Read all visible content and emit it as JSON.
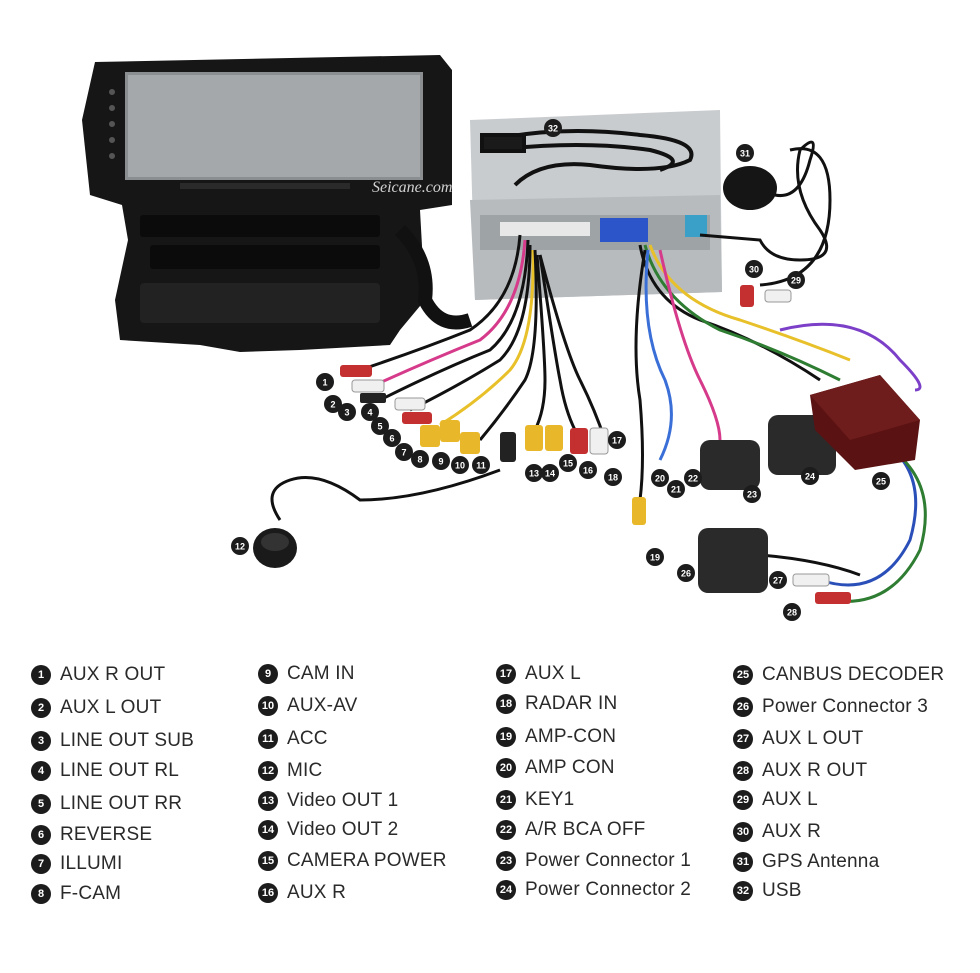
{
  "watermark": "Seicane.com",
  "legend": {
    "columns": [
      [
        {
          "num": "1",
          "label": "AUX R OUT"
        },
        {
          "num": "2",
          "label": "AUX L OUT"
        },
        {
          "num": "3",
          "label": "LINE OUT SUB"
        },
        {
          "num": "4",
          "label": "LINE OUT RL"
        },
        {
          "num": "5",
          "label": "LINE OUT RR"
        },
        {
          "num": "6",
          "label": "REVERSE"
        },
        {
          "num": "7",
          "label": "ILLUMI"
        },
        {
          "num": "8",
          "label": "F-CAM"
        }
      ],
      [
        {
          "num": "9",
          "label": "CAM IN"
        },
        {
          "num": "10",
          "label": "AUX-AV"
        },
        {
          "num": "11",
          "label": "ACC"
        },
        {
          "num": "12",
          "label": "MIC"
        },
        {
          "num": "13",
          "label": "Video OUT 1"
        },
        {
          "num": "14",
          "label": "Video OUT 2"
        },
        {
          "num": "15",
          "label": "CAMERA POWER"
        },
        {
          "num": "16",
          "label": "AUX R"
        }
      ],
      [
        {
          "num": "17",
          "label": "AUX L"
        },
        {
          "num": "18",
          "label": "RADAR IN"
        },
        {
          "num": "19",
          "label": "AMP-CON"
        },
        {
          "num": "20",
          "label": "AMP CON"
        },
        {
          "num": "21",
          "label": "KEY1"
        },
        {
          "num": "22",
          "label": "A/R BCA OFF"
        },
        {
          "num": "23",
          "label": "Power Connector 1"
        },
        {
          "num": "24",
          "label": "Power Connector 2"
        }
      ],
      [
        {
          "num": "25",
          "label": "CANBUS DECODER"
        },
        {
          "num": "26",
          "label": "Power Connector 3"
        },
        {
          "num": "27",
          "label": "AUX L OUT"
        },
        {
          "num": "28",
          "label": "AUX R OUT"
        },
        {
          "num": "29",
          "label": "AUX L"
        },
        {
          "num": "30",
          "label": "AUX R"
        },
        {
          "num": "31",
          "label": "GPS Antenna"
        },
        {
          "num": "32",
          "label": "USB"
        }
      ]
    ]
  },
  "callouts": [
    {
      "num": "1"
    },
    {
      "num": "2"
    },
    {
      "num": "3"
    },
    {
      "num": "4"
    },
    {
      "num": "5"
    },
    {
      "num": "6"
    },
    {
      "num": "7"
    },
    {
      "num": "8"
    },
    {
      "num": "9"
    },
    {
      "num": "10"
    },
    {
      "num": "11"
    },
    {
      "num": "12"
    },
    {
      "num": "13"
    },
    {
      "num": "14"
    },
    {
      "num": "15"
    },
    {
      "num": "16"
    },
    {
      "num": "17"
    },
    {
      "num": "18"
    },
    {
      "num": "19"
    },
    {
      "num": "20"
    },
    {
      "num": "21"
    },
    {
      "num": "22"
    },
    {
      "num": "23"
    },
    {
      "num": "24"
    },
    {
      "num": "25"
    },
    {
      "num": "26"
    },
    {
      "num": "27"
    },
    {
      "num": "28"
    },
    {
      "num": "29"
    },
    {
      "num": "30"
    },
    {
      "num": "31"
    },
    {
      "num": "32"
    }
  ]
}
